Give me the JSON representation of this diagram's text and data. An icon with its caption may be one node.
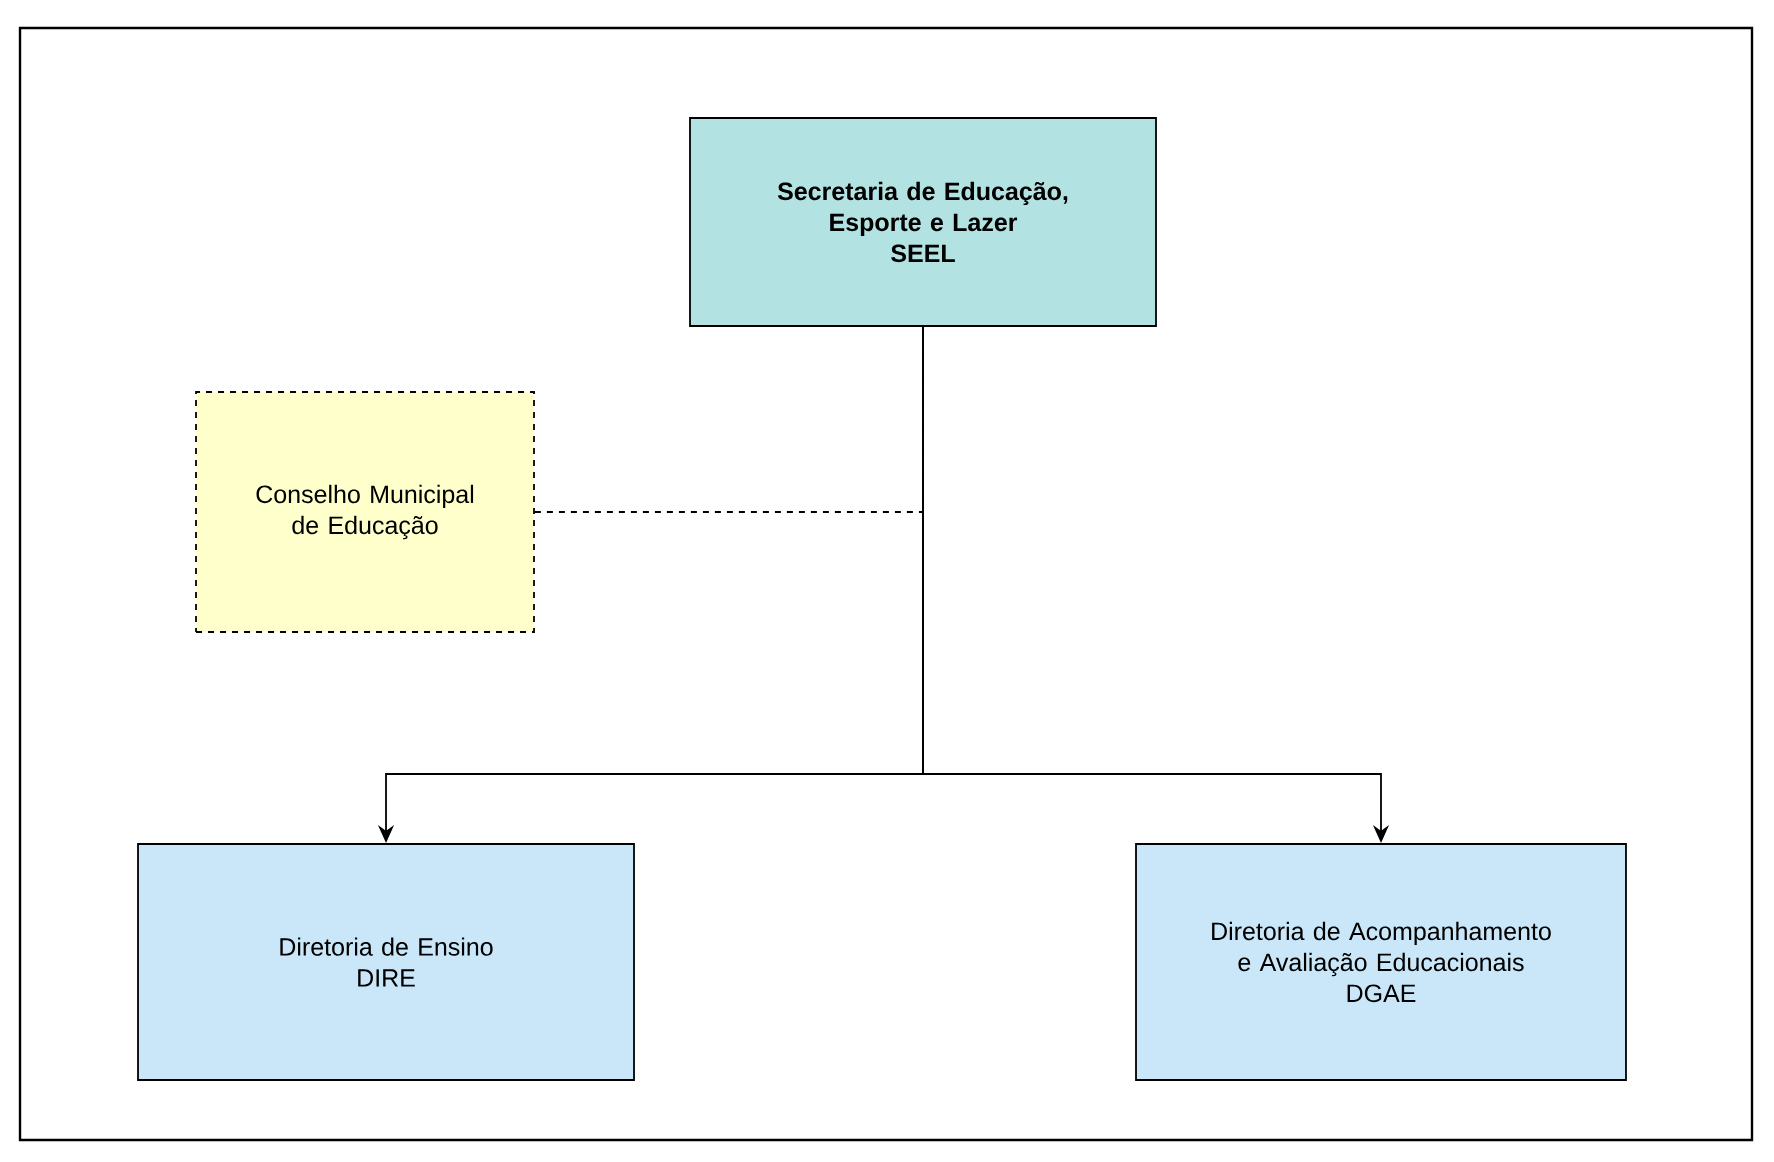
{
  "diagram": {
    "nodes": [
      {
        "text": [
          "Secretaria de Educação, Esporte e Lazer",
          "SEEL"
        ]
      },
      {
        "text": [
          "Conselho Municipal de Educação"
        ]
      },
      {
        "text": [
          "Diretoria de Ensino",
          "DIRE"
        ]
      },
      {
        "text": [
          "Diretoria de Acompanhamento e Avaliação Educacionais",
          "DGAE"
        ]
      }
    ],
    "edges": [
      {
        "from": 1,
        "to": 0,
        "arrow": "none",
        "style": "dashed"
      },
      {
        "from": 0,
        "to": 2,
        "arrow": "to"
      },
      {
        "from": 0,
        "to": 3,
        "arrow": "to"
      }
    ]
  }
}
